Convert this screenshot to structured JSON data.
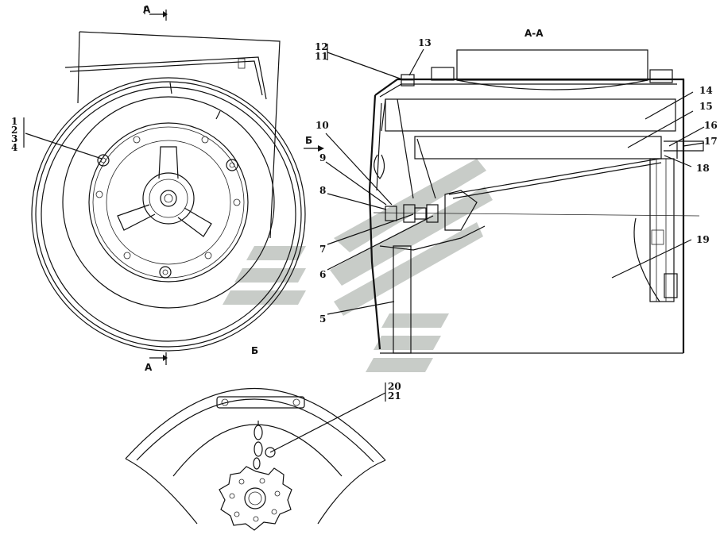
{
  "view_a": {
    "cut_marker": "А",
    "callout": [
      "1",
      "2",
      "3",
      "4"
    ]
  },
  "section_aa": {
    "title": "А-А",
    "view_marker": "Б",
    "callouts": {
      "c5": "5",
      "c6": "6",
      "c7": "7",
      "c8": "8",
      "c9": "9",
      "c10": "10",
      "c11": "11",
      "c12": "12",
      "c13": "13",
      "c14": "14",
      "c15": "15",
      "c16": "16",
      "c17": "17",
      "c18": "18",
      "c19": "19"
    }
  },
  "view_b": {
    "title": "Б",
    "callout": [
      "20",
      "21"
    ]
  }
}
